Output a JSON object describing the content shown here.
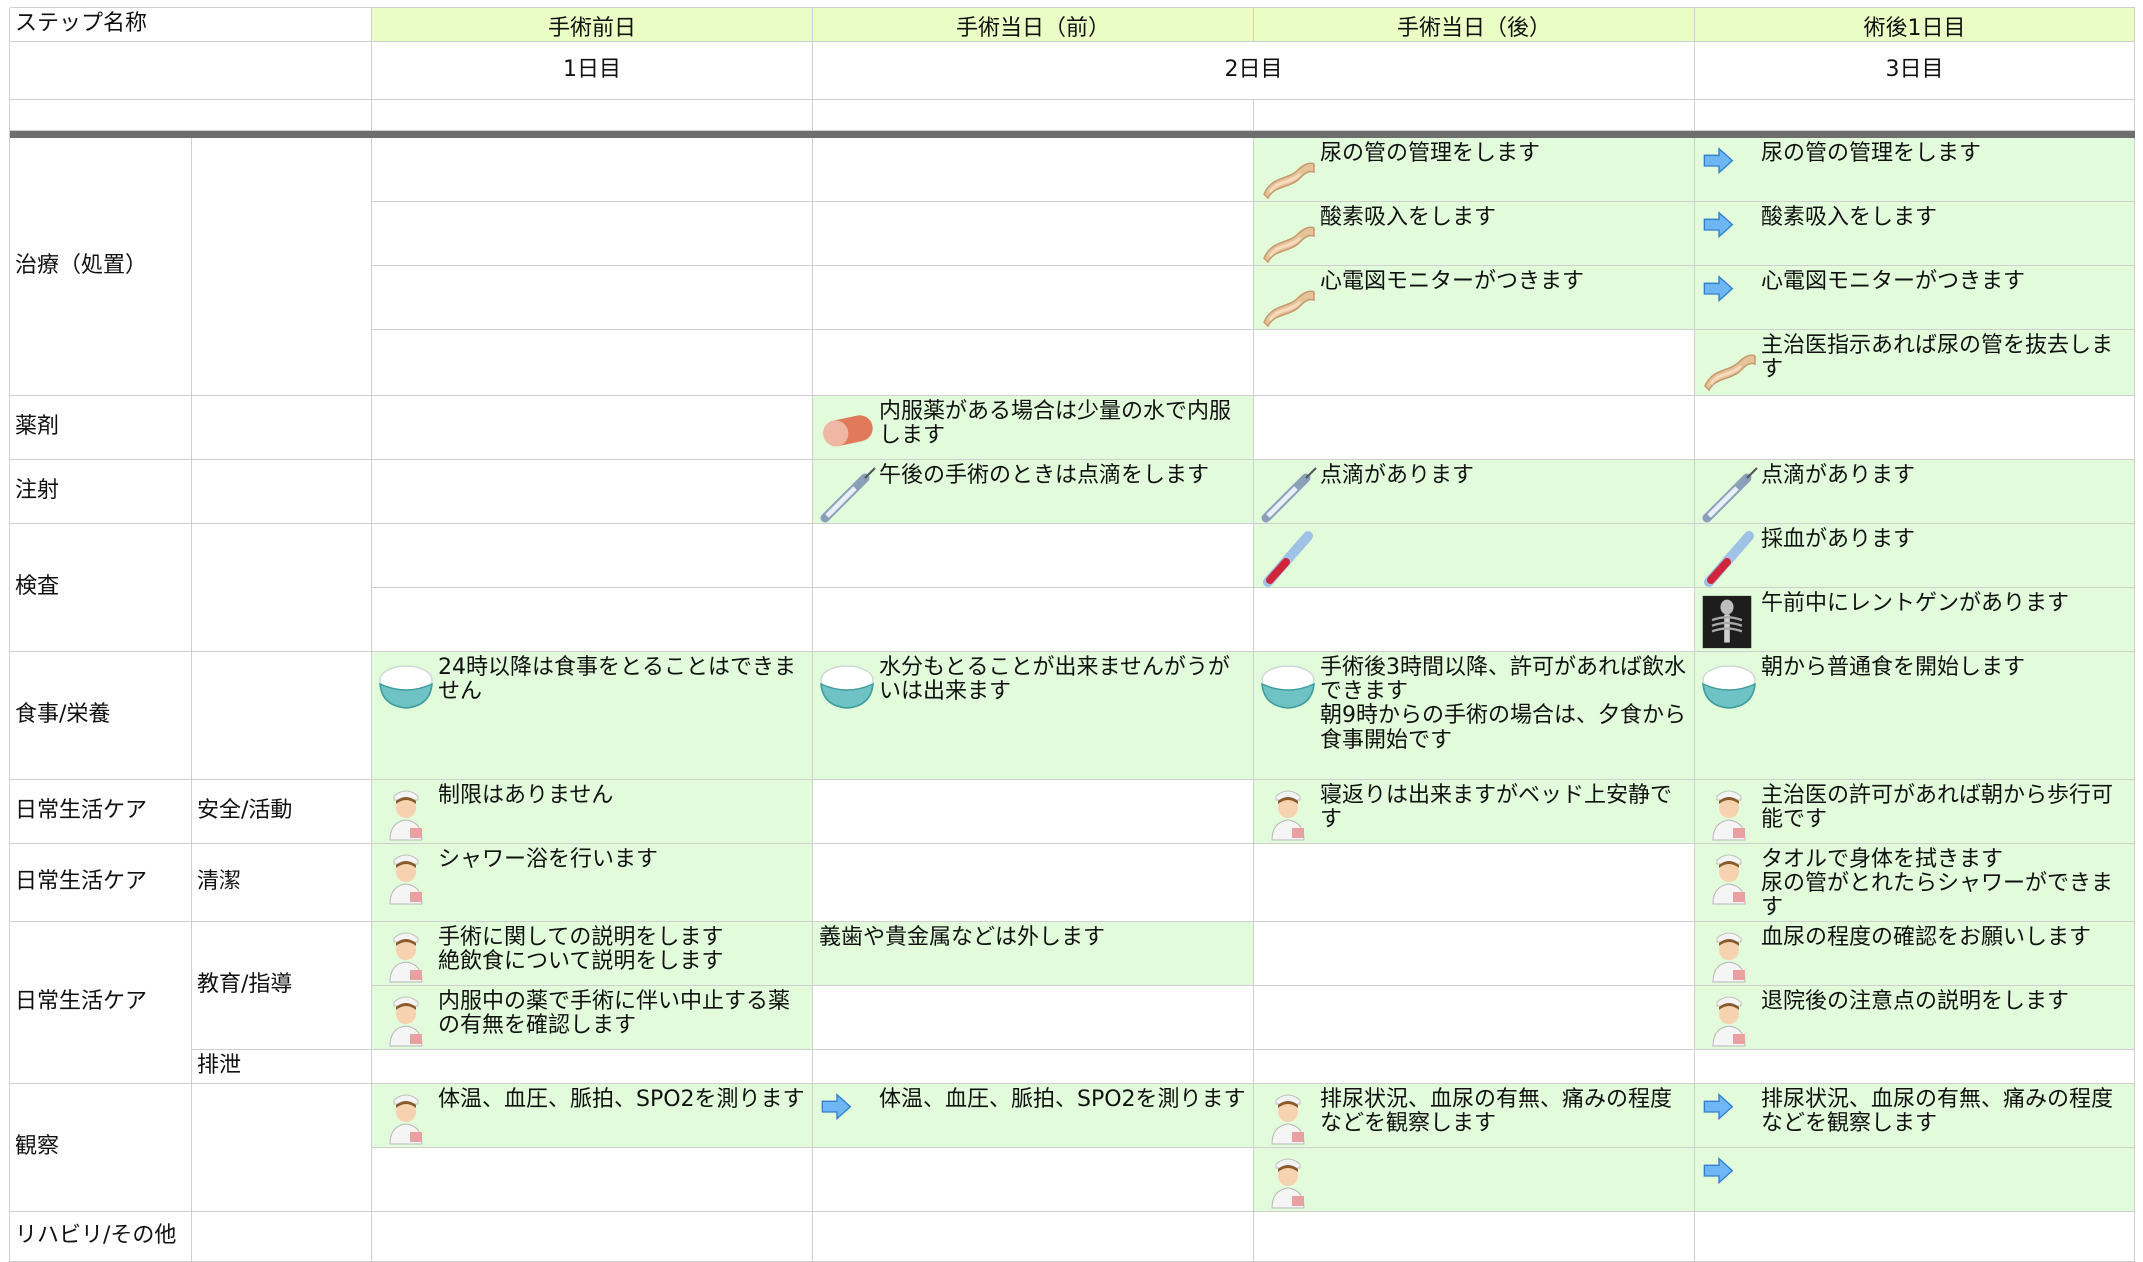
{
  "header": {
    "step_label": "ステップ名称",
    "columns": [
      "手術前日",
      "手術当日（前）",
      "手術当日（後）",
      "術後1日目"
    ],
    "days": [
      "1日目",
      "2日目",
      "3日目"
    ]
  },
  "rows": {
    "treatment": "治療（処置）",
    "medication": "薬剤",
    "injection": "注射",
    "exam": "検査",
    "meal": "食事/栄養",
    "daily_care": "日常生活ケア",
    "safety": "安全/活動",
    "hygiene": "清潔",
    "education": "教育/指導",
    "excretion": "排泄",
    "observation": "観察",
    "rehab": "リハビリ/その他"
  },
  "cells": {
    "t_urine": "尿の管の管理をします",
    "t_oxygen": "酸素吸入をします",
    "t_ecg": "心電図モニターがつきます",
    "t_remove": "主治医指示あれば尿の管を抜去します",
    "m_oral": "内服薬がある場合は少量の水で内服します",
    "i_pm": "午後の手術のときは点滴をします",
    "i_drip": "点滴があります",
    "e_blood": "採血があります",
    "e_xray": "午前中にレントゲンがあります",
    "f_d1": "24時以降は食事をとることはできません",
    "f_d2a": "水分もとることが出来ませんがうがいは出来ます",
    "f_d2b_1": "手術後3時間以降、許可があれば飲水できます",
    "f_d2b_2": "朝9時からの手術の場合は、夕食から食事開始です",
    "f_d3": "朝から普通食を開始します",
    "s_d1": "制限はありません",
    "s_d2b": "寝返りは出来ますがベッド上安静です",
    "s_d3": "主治医の許可があれば朝から歩行可能です",
    "h_d1": "シャワー浴を行います",
    "h_d3_1": "タオルで身体を拭きます",
    "h_d3_2": "尿の管がとれたらシャワーができます",
    "ed_d1a_1": "手術に関しての説明をします",
    "ed_d1a_2": "絶飲食について説明をします",
    "ed_d2a": "義歯や貴金属などは外します",
    "ed_d3a": "血尿の程度の確認をお願いします",
    "ed_d1b": "内服中の薬で手術に伴い中止する薬の有無を確認します",
    "ed_d3b": "退院後の注意点の説明をします",
    "o_vitals": "体温、血圧、脈拍、SPO2を測ります",
    "o_urine": "排尿状況、血尿の有無、痛みの程度などを観察します"
  },
  "colors": {
    "header_bg": "#eafdc4",
    "filled_bg": "#e1fbdb",
    "arrow": "#5aa7f0"
  }
}
